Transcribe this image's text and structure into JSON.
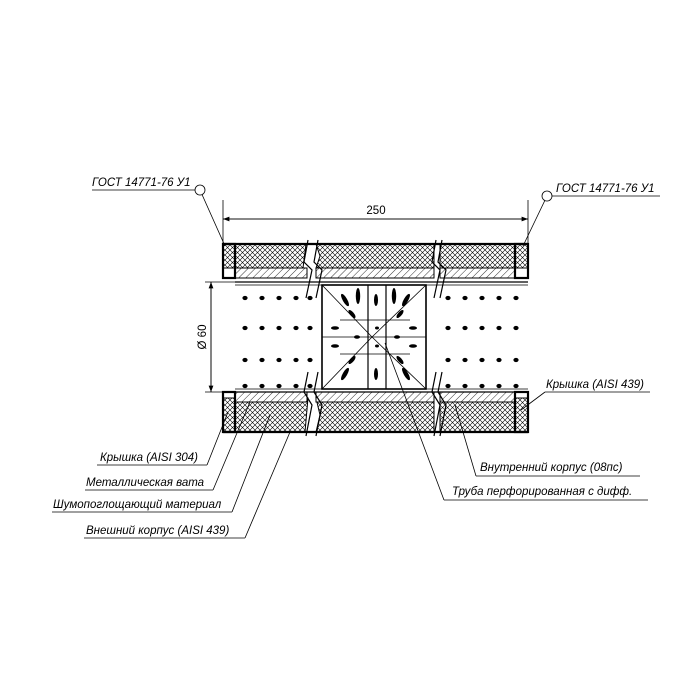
{
  "drawing": {
    "dimensions": {
      "length": "250",
      "diameter": "Ø 60"
    },
    "labels": {
      "gost_left": "ГОСТ 14771-76 У1",
      "gost_right": "ГОСТ 14771-76 У1",
      "cap_right": "Крышка (AISI 439)",
      "cap_left": "Крышка (AISI 304)",
      "metal_wool": "Металлическая вата",
      "sound_absorbing": "Шумопоглощающий материал",
      "outer_body": "Внешний корпус (AISI 439)",
      "inner_body": "Внутренний корпус (08пс)",
      "perforated_pipe": "Труба перфорированная с дифф."
    }
  }
}
